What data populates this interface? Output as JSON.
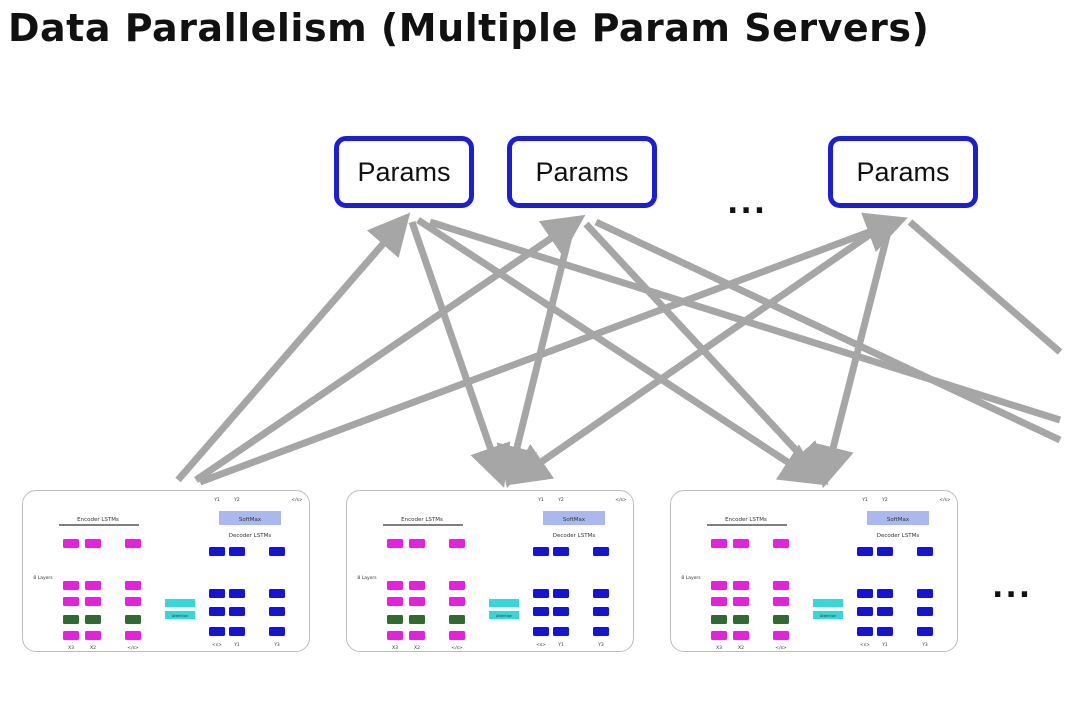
{
  "title": "Data Parallelism (Multiple Param Servers)",
  "param_servers": [
    "Params",
    "Params",
    "Params"
  ],
  "ellipsis": "...",
  "replica_labels": {
    "encoder": "Encoder LSTMs",
    "decoder": "Decoder LSTMs",
    "softmax": "SoftMax",
    "attention": "Attention",
    "layers": "8 Layers",
    "inputs": [
      "X3",
      "X2",
      "</s>"
    ],
    "outputs": [
      "Y1",
      "Y2",
      "</s>"
    ],
    "dec_inputs": [
      "<s>",
      "Y1",
      "Y3"
    ]
  },
  "colors": {
    "param_border": "#1a1fd6",
    "arrow": "#a6a6a6",
    "encoder": "#e81ee0",
    "encoder_bottom": "#2e6b2e",
    "decoder": "#1414d6",
    "softmax": "#a9b8ef",
    "attention": "#35d8d8"
  }
}
